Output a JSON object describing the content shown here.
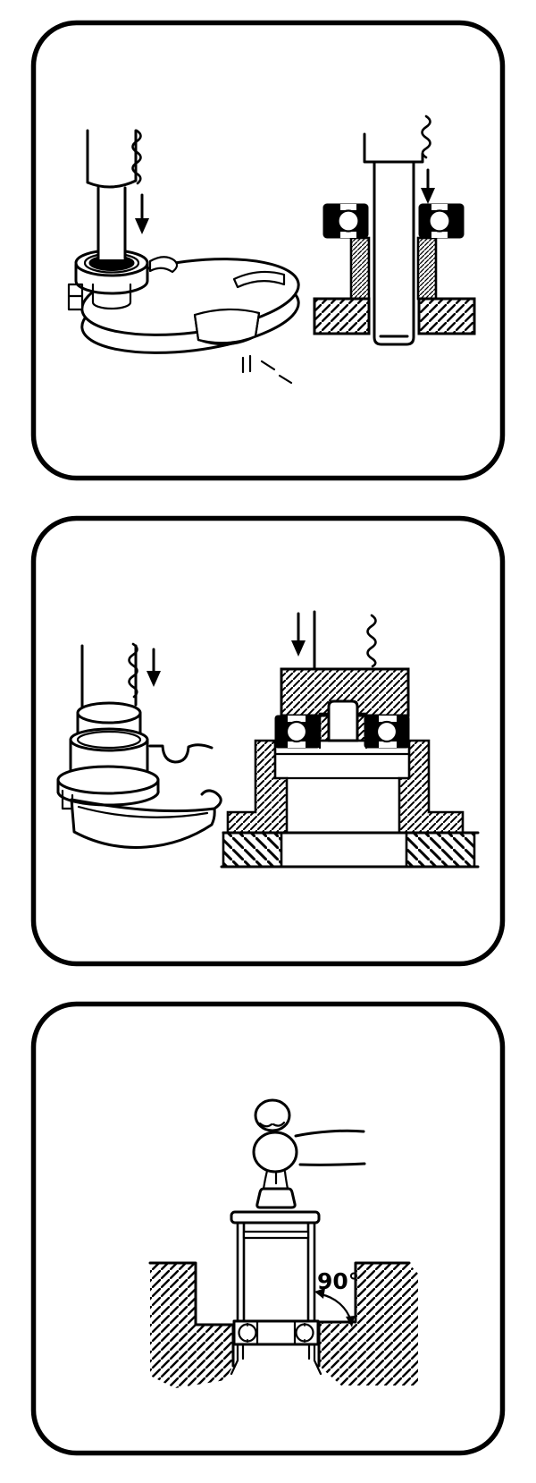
{
  "page": {
    "background_color": "#ffffff",
    "ink_color": "#000000",
    "panel_count": 3
  },
  "panels": [
    {
      "name": "press-bearing-onto-shaft",
      "left_figure": "press-ram-and-bearing-on-slotted-support-plate-3d",
      "right_figure": "bearing-pressed-onto-shaft-cross-section",
      "symbols": [
        "down-arrow",
        "break-line",
        "down-arrow",
        "break-line",
        "impact-marks"
      ]
    },
    {
      "name": "press-bearing-into-housing",
      "left_figure": "press-ram-with-stepped-driver-on-curved-plate-3d",
      "right_figure": "bearing-pressed-into-housing-cross-section",
      "symbols": [
        "down-arrow",
        "break-line",
        "down-arrow",
        "break-line"
      ]
    },
    {
      "name": "tap-bearing-with-hammer-and-driver",
      "figure": "hammer-tapping-bearing-driver-square-into-bore",
      "angle_label": "90°"
    }
  ]
}
